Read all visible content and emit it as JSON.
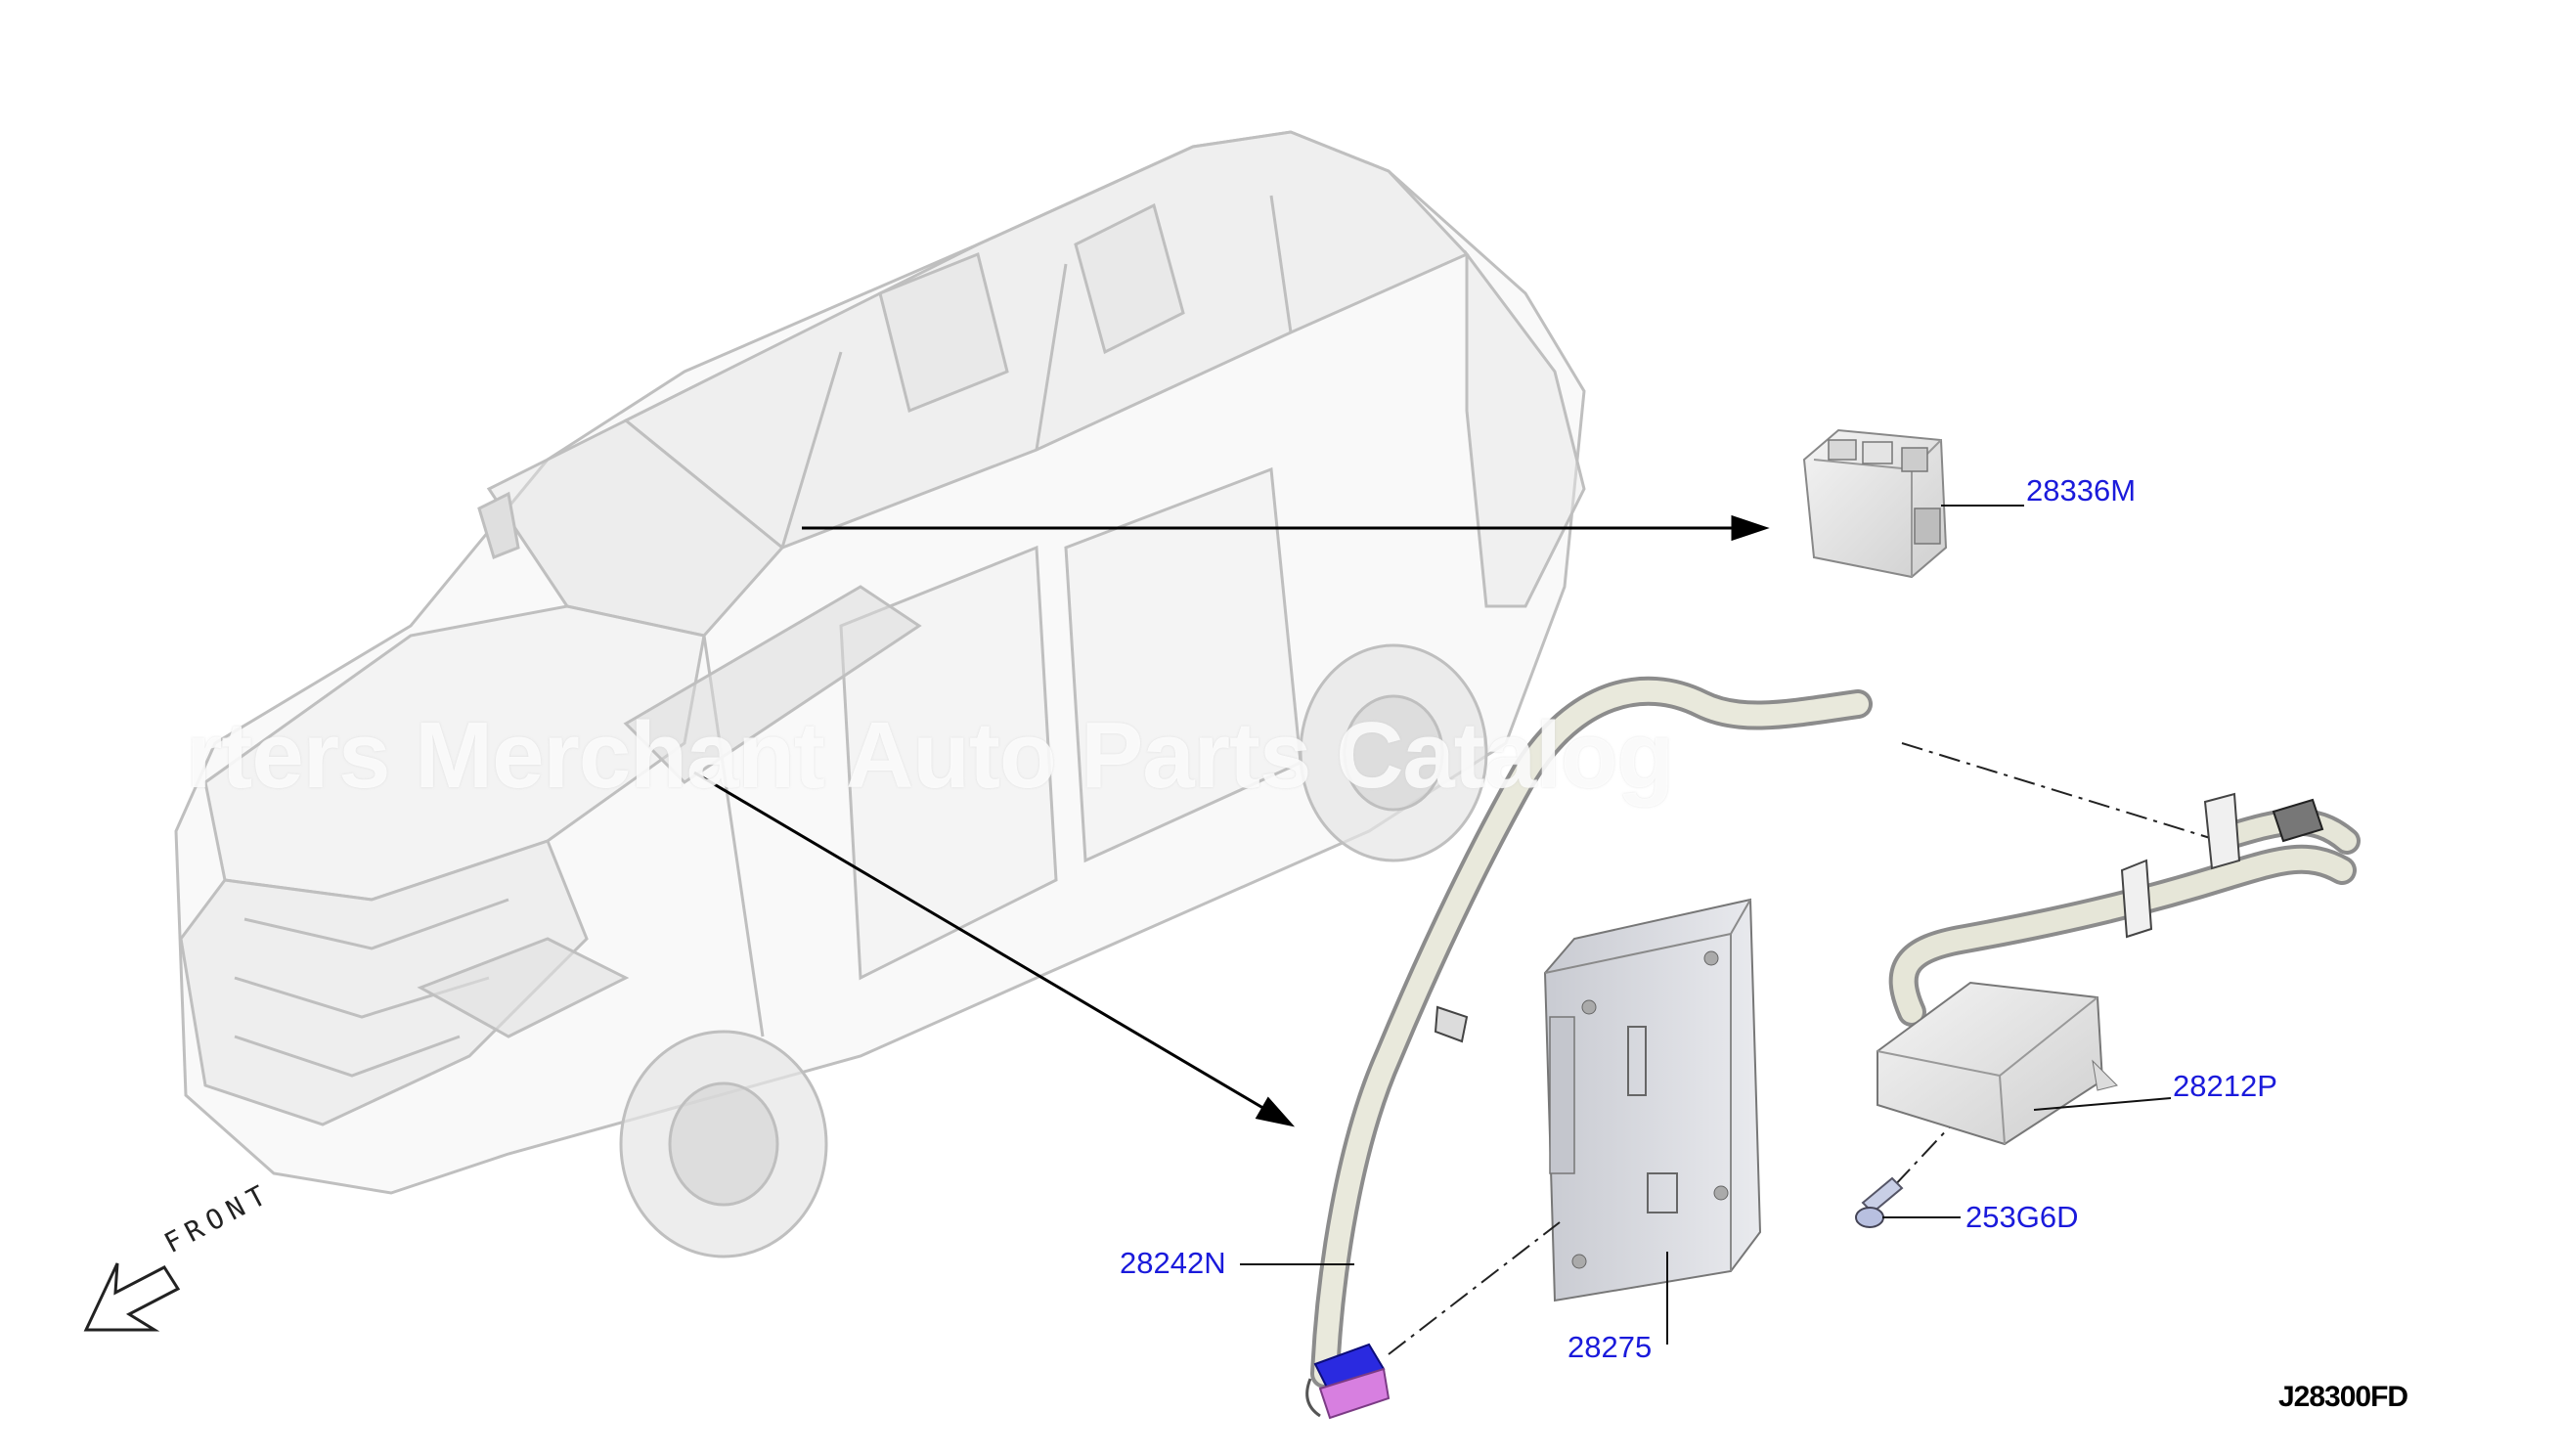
{
  "diagram": {
    "part_labels": {
      "p28336M": "28336M",
      "p28212P": "28212P",
      "p253G6D": "253G6D",
      "p28242N": "28242N",
      "p28275": "28275"
    },
    "front_label": "FRONT",
    "diagram_code": "J28300FD",
    "watermark": "rters Merchant Auto Parts Catalog"
  },
  "colors": {
    "label_blue": "#1a1adb",
    "connector_blue": "#2a2ae0",
    "connector_pink": "#d77fe0",
    "outline": "#111111"
  },
  "icons": {
    "front_arrow": "front-direction-arrow-icon"
  }
}
